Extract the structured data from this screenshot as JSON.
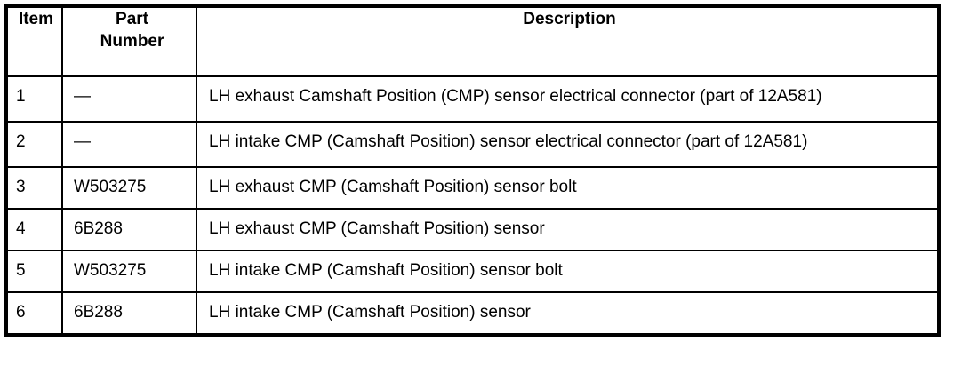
{
  "table": {
    "name": "parts-and-components-table",
    "colors": {
      "border": "#000000",
      "text": "#000000",
      "background": "#ffffff"
    },
    "headers": {
      "item": "Item",
      "part_number_line1": "Part",
      "part_number_line2": "Number",
      "description": "Description"
    },
    "rows": [
      {
        "item": "1",
        "part_number": "—",
        "description": "LH exhaust Camshaft Position (CMP) sensor electrical connector (part of 12A581)"
      },
      {
        "item": "2",
        "part_number": "—",
        "description": "LH intake CMP (Camshaft Position) sensor electrical connector (part of 12A581)"
      },
      {
        "item": "3",
        "part_number": "W503275",
        "description": "LH exhaust CMP (Camshaft Position) sensor bolt"
      },
      {
        "item": "4",
        "part_number": "6B288",
        "description": "LH exhaust CMP (Camshaft Position) sensor"
      },
      {
        "item": "5",
        "part_number": "W503275",
        "description": "LH intake CMP (Camshaft Position) sensor bolt"
      },
      {
        "item": "6",
        "part_number": "6B288",
        "description": "LH intake CMP (Camshaft Position) sensor"
      }
    ]
  }
}
